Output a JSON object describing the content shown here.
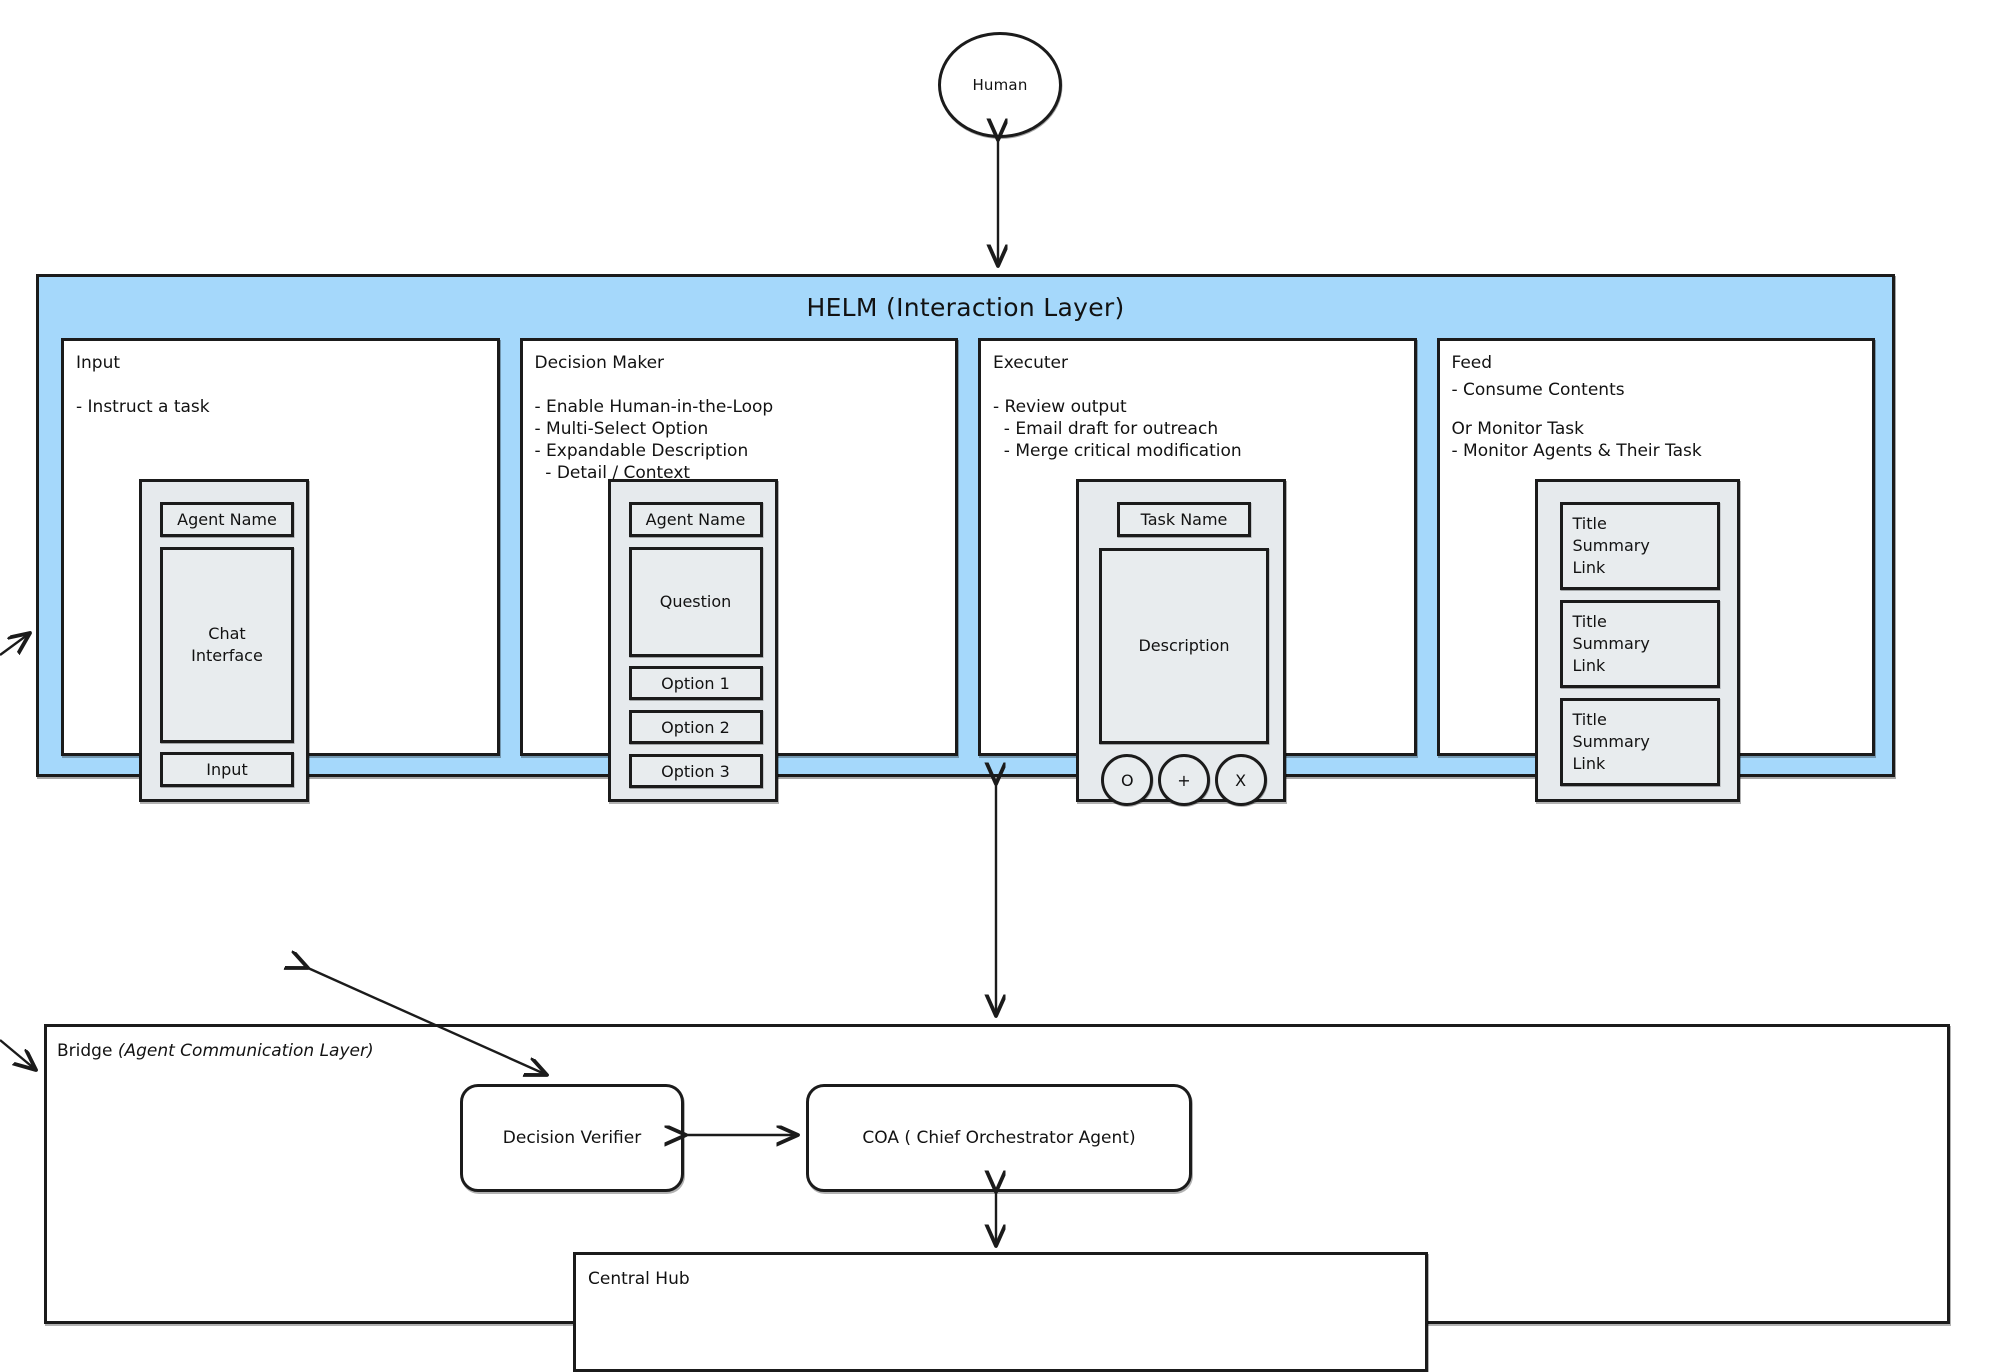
{
  "diagram": {
    "human": {
      "label": "Human"
    },
    "helm": {
      "title": "HELM (Interaction Layer)",
      "accent_color": "#a5d8fb",
      "stroke_color": "#1b1b1b",
      "panel_fill": "#e8ecee",
      "cards": [
        {
          "title": "Input",
          "lines": [
            "- Instruct a task"
          ],
          "mock": {
            "type": "phone",
            "header_chip": "Agent Name",
            "body": "Chat\nInterface",
            "footer_chip": "Input"
          }
        },
        {
          "title": "Decision Maker",
          "lines": [
            "- Enable Human-in-the-Loop",
            "- Multi-Select Option",
            "- Expandable Description",
            "  - Detail / Context"
          ],
          "mock": {
            "type": "phone",
            "header_chip": "Agent Name",
            "body": "Question",
            "options": [
              "Option 1",
              "Option 2",
              "Option 3"
            ]
          }
        },
        {
          "title": "Executer",
          "lines": [
            "- Review output",
            "  - Email draft for outreach",
            "  - Merge critical modification"
          ],
          "mock": {
            "type": "phone",
            "header_chip": "Task Name",
            "body": "Description",
            "buttons": [
              "O",
              "+",
              "X"
            ]
          }
        },
        {
          "title": "Feed",
          "lines": [
            "- Consume Contents",
            "",
            "Or Monitor Task",
            "- Monitor Agents & Their Task"
          ],
          "mock": {
            "type": "feed",
            "items": [
              {
                "title": "Title",
                "summary": "Summary",
                "link": "Link"
              },
              {
                "title": "Title",
                "summary": "Summary",
                "link": "Link"
              },
              {
                "title": "Title",
                "summary": "Summary",
                "link": "Link"
              }
            ]
          }
        }
      ]
    },
    "bridge": {
      "title_main": "Bridge ",
      "title_italic": "(Agent Communication Layer)",
      "nodes": {
        "decision_verifier": "Decision Verifier",
        "coa": "COA ( Chief Orchestrator Agent)"
      }
    },
    "central_hub": {
      "title": "Central Hub"
    }
  }
}
